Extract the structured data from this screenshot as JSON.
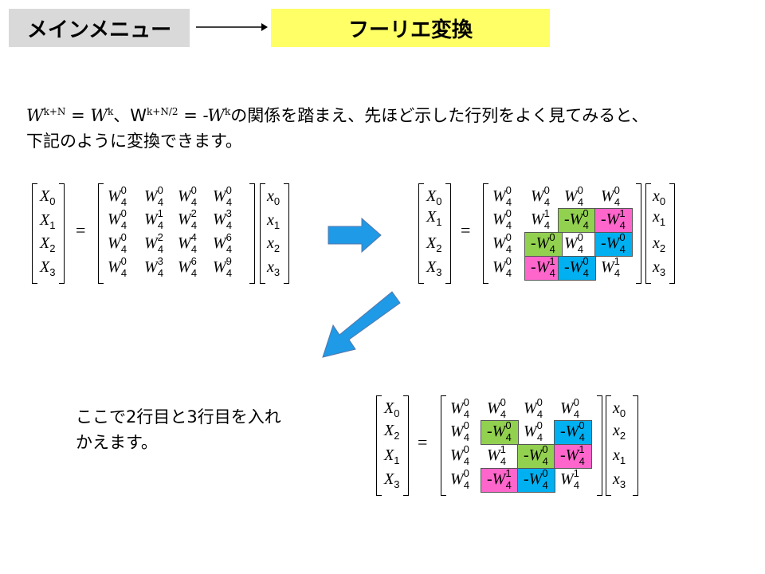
{
  "header": {
    "menu_label": "メインメニュー",
    "current_label": "フーリエ変換"
  },
  "intro": {
    "formula_a": "W",
    "formula_a_sup": "k+N",
    "formula_eq1": " = W",
    "formula_eq1_sup": "k",
    "formula_sep": "、W",
    "formula_b_sup": "k+N/2",
    "formula_eq2": " = -W",
    "formula_eq2_sup": "k",
    "line1_rest": "の関係を踏まえ、先ほど示した行列をよく見てみると、",
    "line2": "下記のように変換できます。"
  },
  "note": {
    "line1": "ここで2行目と3行目を入れ",
    "line2": "かえます。"
  },
  "colors": {
    "green": "#92d050",
    "pink": "#ff66cc",
    "blue": "#00b0f0",
    "arrow": "#1e9ae6"
  },
  "matrix1": {
    "lhs": [
      [
        "X",
        "0"
      ],
      [
        "X",
        "1"
      ],
      [
        "X",
        "2"
      ],
      [
        "X",
        "3"
      ]
    ],
    "rows": [
      [
        [
          "",
          "W",
          "0"
        ],
        [
          "",
          "W",
          "0"
        ],
        [
          "",
          "W",
          "0"
        ],
        [
          "",
          "W",
          "0"
        ]
      ],
      [
        [
          "",
          "W",
          "0"
        ],
        [
          "",
          "W",
          "1"
        ],
        [
          "",
          "W",
          "2"
        ],
        [
          "",
          "W",
          "3"
        ]
      ],
      [
        [
          "",
          "W",
          "0"
        ],
        [
          "",
          "W",
          "2"
        ],
        [
          "",
          "W",
          "4"
        ],
        [
          "",
          "W",
          "6"
        ]
      ],
      [
        [
          "",
          "W",
          "0"
        ],
        [
          "",
          "W",
          "3"
        ],
        [
          "",
          "W",
          "6"
        ],
        [
          "",
          "W",
          "9"
        ]
      ]
    ],
    "rhs": [
      [
        "x",
        "0"
      ],
      [
        "x",
        "1"
      ],
      [
        "x",
        "2"
      ],
      [
        "x",
        "3"
      ]
    ]
  },
  "matrix2": {
    "lhs": [
      [
        "X",
        "0"
      ],
      [
        "X",
        "1"
      ],
      [
        "X",
        "2"
      ],
      [
        "X",
        "3"
      ]
    ],
    "rows": [
      [
        [
          "",
          "W",
          "0"
        ],
        [
          "",
          "W",
          "0"
        ],
        [
          "",
          "W",
          "0"
        ],
        [
          "",
          "W",
          "0"
        ]
      ],
      [
        [
          "",
          "W",
          "0"
        ],
        [
          "",
          "W",
          "1"
        ],
        [
          "-",
          "W",
          "0"
        ],
        [
          "-",
          "W",
          "1"
        ]
      ],
      [
        [
          "",
          "W",
          "0"
        ],
        [
          "-",
          "W",
          "0"
        ],
        [
          "",
          "W",
          "0"
        ],
        [
          "-",
          "W",
          "0"
        ]
      ],
      [
        [
          "",
          "W",
          "0"
        ],
        [
          "-",
          "W",
          "1"
        ],
        [
          "-",
          "W",
          "0"
        ],
        [
          "",
          "W",
          "1"
        ]
      ]
    ],
    "rhs": [
      [
        "x",
        "0"
      ],
      [
        "x",
        "1"
      ],
      [
        "x",
        "2"
      ],
      [
        "x",
        "3"
      ]
    ]
  },
  "matrix3": {
    "lhs": [
      [
        "X",
        "0"
      ],
      [
        "X",
        "2"
      ],
      [
        "X",
        "1"
      ],
      [
        "X",
        "3"
      ]
    ],
    "rows": [
      [
        [
          "",
          "W",
          "0"
        ],
        [
          "",
          "W",
          "0"
        ],
        [
          "",
          "W",
          "0"
        ],
        [
          "",
          "W",
          "0"
        ]
      ],
      [
        [
          "",
          "W",
          "0"
        ],
        [
          "-",
          "W",
          "0"
        ],
        [
          "",
          "W",
          "0"
        ],
        [
          "-",
          "W",
          "0"
        ]
      ],
      [
        [
          "",
          "W",
          "0"
        ],
        [
          "",
          "W",
          "1"
        ],
        [
          "-",
          "W",
          "0"
        ],
        [
          "-",
          "W",
          "1"
        ]
      ],
      [
        [
          "",
          "W",
          "0"
        ],
        [
          "-",
          "W",
          "1"
        ],
        [
          "-",
          "W",
          "0"
        ],
        [
          "",
          "W",
          "1"
        ]
      ]
    ],
    "rhs": [
      [
        "x",
        "0"
      ],
      [
        "x",
        "2"
      ],
      [
        "x",
        "1"
      ],
      [
        "x",
        "3"
      ]
    ]
  },
  "equals": "=",
  "subscript_n": "4"
}
